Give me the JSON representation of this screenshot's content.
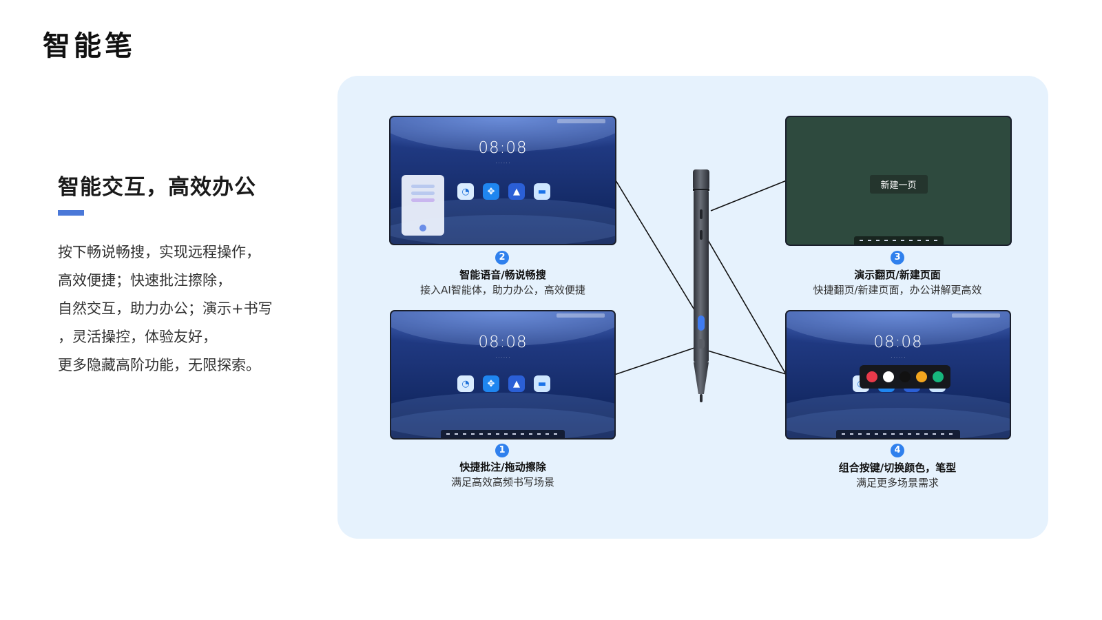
{
  "page": {
    "title": "智能笔",
    "heading": "智能交互，高效办公",
    "accent_color": "#4a78d8",
    "description_lines": [
      "按下畅说畅搜，实现远程操作，",
      "高效便捷；快速批注擦除，",
      "自然交互，助力办公；演示+书写",
      "，灵活操控，体验友好，",
      "更多隐藏高阶功能，无限探索。"
    ]
  },
  "panel": {
    "background": "#e6f2fd"
  },
  "features": [
    {
      "number": "2",
      "title": "智能语音/畅说畅搜",
      "subtitle": "接入AI智能体，助力办公，高效便捷",
      "screen_time": "08:08"
    },
    {
      "number": "3",
      "title": "演示翻页/新建页面",
      "subtitle": "快捷翻页/新建页面，办公讲解更高效",
      "screen_tag": "新建一页"
    },
    {
      "number": "1",
      "title": "快捷批注/拖动擦除",
      "subtitle": "满足高效高频书写场景",
      "screen_time": "08:08"
    },
    {
      "number": "4",
      "title": "组合按键/切换颜色，笔型",
      "subtitle": "满足更多场景需求",
      "screen_time": "08:08",
      "color_options": [
        "#e83a4a",
        "#ffffff",
        "#111111",
        "#f2a51e",
        "#17b77e"
      ]
    }
  ],
  "pen": {
    "button_color": "#3f7bf0",
    "body_color": "#4a4e56"
  }
}
